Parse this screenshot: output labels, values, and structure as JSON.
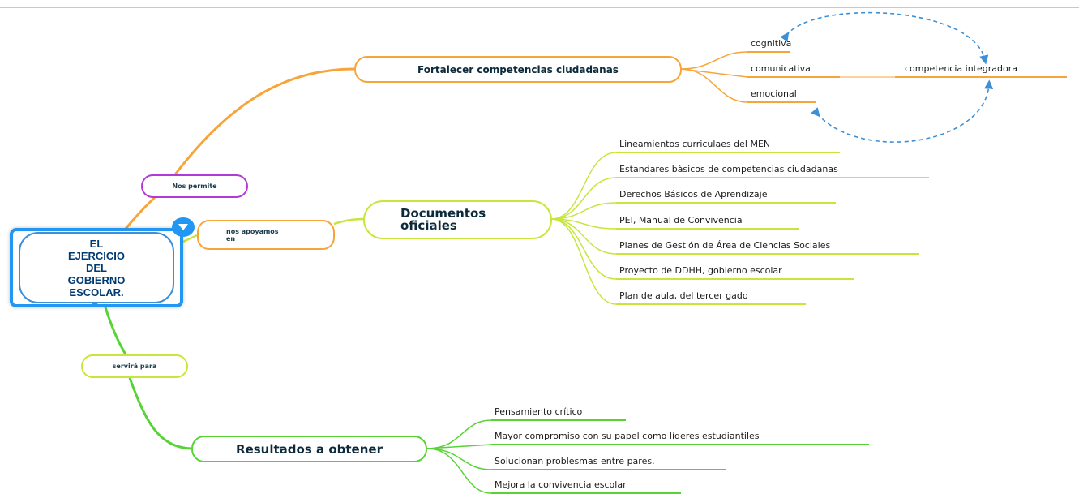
{
  "central_topic": "EL\nEJERCICIO\nDEL\nGOBIERNO\nESCOLAR.",
  "connectors": {
    "nos_permite": "Nos permite",
    "nos_apoyamos": "nos apoyamos\nen",
    "servira_para": "servirá para"
  },
  "branches": {
    "competencias": {
      "title": "Fortalecer competencias ciudadanas",
      "items": [
        "cognitiva",
        "comunicativa",
        "emocional"
      ],
      "integradora": "competencia integradora"
    },
    "documentos": {
      "title": "Documentos\noficiales",
      "items": [
        "Lineamientos  curriculaes del MEN",
        "Estandares bàsicos de competencias ciudadanas",
        "Derechos Básicos de Aprendizaje",
        "PEI, Manual de Convivencia",
        "Planes de Gestión de Área de Ciencias Sociales",
        "Proyecto de DDHH, gobierno escolar",
        "Plan de aula, del tercer gado"
      ]
    },
    "resultados": {
      "title": "Resultados a obtener",
      "items": [
        "Pensamiento crítico",
        "Mayor compromiso con su papel como líderes estudiantiles",
        "Solucionan problesmas entre pares.",
        "Mejora la convivencia escolar"
      ]
    }
  },
  "colors": {
    "central": "#2196f3",
    "orange": "#f7a53a",
    "lime": "#c6e63c",
    "green": "#58d335",
    "purple": "#b03ad8",
    "relation": "#3d8fd6"
  }
}
